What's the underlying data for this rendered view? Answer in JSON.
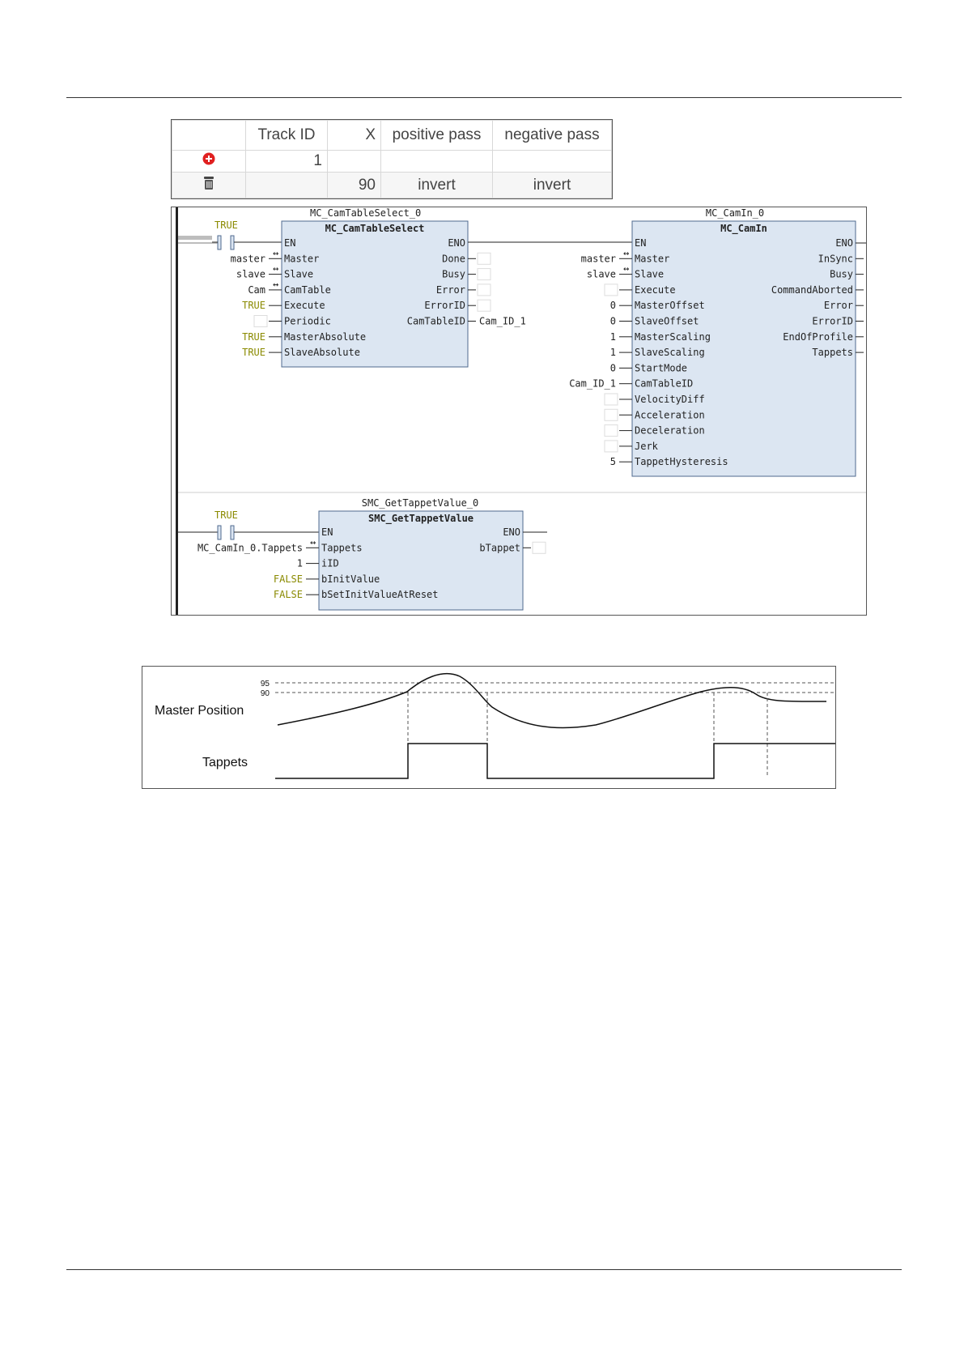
{
  "tappet_table": {
    "headers": [
      "",
      "Track ID",
      "X",
      "positive pass",
      "negative pass"
    ],
    "row_add": {
      "icon": "add-icon",
      "track_id": "1"
    },
    "row_data": {
      "icon": "delete-icon",
      "x": "90",
      "positive_pass": "invert",
      "negative_pass": "invert"
    },
    "colors": {
      "add_icon": "#e02020"
    }
  },
  "ladder": {
    "block1": {
      "instance": "MC_CamTableSelect_0",
      "type": "MC_CamTableSelect",
      "contact_label": "TRUE",
      "inputs": [
        {
          "pin": "EN",
          "value": ""
        },
        {
          "pin": "Master",
          "value": "master"
        },
        {
          "pin": "Slave",
          "value": "slave"
        },
        {
          "pin": "CamTable",
          "value": "Cam"
        },
        {
          "pin": "Execute",
          "value": "TRUE"
        },
        {
          "pin": "Periodic",
          "value": ""
        },
        {
          "pin": "MasterAbsolute",
          "value": "TRUE"
        },
        {
          "pin": "SlaveAbsolute",
          "value": "TRUE"
        }
      ],
      "outputs": [
        {
          "pin": "ENO",
          "value": ""
        },
        {
          "pin": "Done",
          "value": ""
        },
        {
          "pin": "Busy",
          "value": ""
        },
        {
          "pin": "Error",
          "value": ""
        },
        {
          "pin": "ErrorID",
          "value": ""
        },
        {
          "pin": "CamTableID",
          "value": "Cam_ID_1"
        }
      ]
    },
    "block2": {
      "instance": "MC_CamIn_0",
      "type": "MC_CamIn",
      "inputs": [
        {
          "pin": "EN",
          "value": ""
        },
        {
          "pin": "Master",
          "value": "master"
        },
        {
          "pin": "Slave",
          "value": "slave"
        },
        {
          "pin": "Execute",
          "value": ""
        },
        {
          "pin": "MasterOffset",
          "value": "0"
        },
        {
          "pin": "SlaveOffset",
          "value": "0"
        },
        {
          "pin": "MasterScaling",
          "value": "1"
        },
        {
          "pin": "SlaveScaling",
          "value": "1"
        },
        {
          "pin": "StartMode",
          "value": "0"
        },
        {
          "pin": "CamTableID",
          "value": "Cam_ID_1"
        },
        {
          "pin": "VelocityDiff",
          "value": ""
        },
        {
          "pin": "Acceleration",
          "value": ""
        },
        {
          "pin": "Deceleration",
          "value": ""
        },
        {
          "pin": "Jerk",
          "value": ""
        },
        {
          "pin": "TappetHysteresis",
          "value": "5"
        }
      ],
      "outputs": [
        {
          "pin": "ENO",
          "value": ""
        },
        {
          "pin": "InSync",
          "value": ""
        },
        {
          "pin": "Busy",
          "value": ""
        },
        {
          "pin": "CommandAborted",
          "value": ""
        },
        {
          "pin": "Error",
          "value": ""
        },
        {
          "pin": "ErrorID",
          "value": ""
        },
        {
          "pin": "EndOfProfile",
          "value": ""
        },
        {
          "pin": "Tappets",
          "value": ""
        }
      ]
    },
    "block3": {
      "instance": "SMC_GetTappetValue_0",
      "type": "SMC_GetTappetValue",
      "contact_label": "TRUE",
      "inputs": [
        {
          "pin": "EN",
          "value": ""
        },
        {
          "pin": "Tappets",
          "value": "MC_CamIn_0.Tappets"
        },
        {
          "pin": "iID",
          "value": "1"
        },
        {
          "pin": "bInitValue",
          "value": "FALSE"
        },
        {
          "pin": "bSetInitValueAtReset",
          "value": "FALSE"
        }
      ],
      "outputs": [
        {
          "pin": "ENO",
          "value": ""
        },
        {
          "pin": "bTappet",
          "value": ""
        }
      ]
    },
    "colors": {
      "block_fill": "#dce6f2",
      "block_border": "#4f6a8f",
      "keyword": "#8a8a00"
    }
  },
  "timing": {
    "label_master": "Master Position",
    "label_tappets": "Tappets",
    "level_95": "95",
    "level_90": "90"
  }
}
